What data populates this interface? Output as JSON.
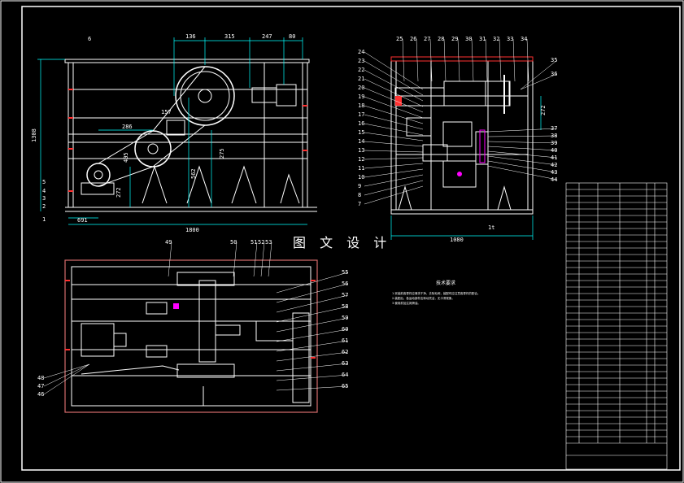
{
  "watermark": "图 文 设 计",
  "colors": {
    "frame": "#ffffff",
    "parts": "#ffffff",
    "dims": "#00ffff",
    "red": "#ff3030",
    "magenta": "#ff00ff",
    "yellow": "#ffff00"
  },
  "front_view": {
    "dims_top": [
      "136",
      "315",
      "247",
      "80"
    ],
    "dim_left": "1308",
    "dim_bottom_total": "1800",
    "dim_bottom_left": "691",
    "dims_inner": [
      "286",
      "157",
      "405",
      "562",
      "275",
      "272"
    ],
    "labels": [
      "6",
      "5",
      "4",
      "3",
      "2",
      "1"
    ]
  },
  "side_view": {
    "labels_top": [
      "25",
      "26",
      "27",
      "28",
      "29",
      "30",
      "31",
      "32",
      "33",
      "34"
    ],
    "labels_left": [
      "24",
      "23",
      "22",
      "21",
      "20",
      "19",
      "18",
      "17",
      "16",
      "15",
      "14",
      "13",
      "12",
      "11",
      "10",
      "9",
      "8",
      "7"
    ],
    "labels_right": [
      "35",
      "36",
      "37",
      "38",
      "39",
      "40",
      "41",
      "42",
      "43",
      "44"
    ],
    "dim_right": "272",
    "dim_bottom": "1080",
    "dim_base": "1t"
  },
  "plan_view": {
    "labels_top": [
      "49",
      "50",
      "51",
      "52",
      "53"
    ],
    "labels_right": [
      "55",
      "56",
      "57",
      "58",
      "59",
      "60",
      "61",
      "62",
      "63",
      "64",
      "65"
    ],
    "labels_left": [
      "48",
      "47",
      "46"
    ]
  },
  "notes_title": "技术要求",
  "notes_lines": [
    "1.安装前各零件应清洗干净，去除毛刺，装配时应注意各零件的配合。",
    "2.装配后，各运动部件应转动灵活，无卡滞现象。",
    "3.使用前加注润滑油。"
  ]
}
